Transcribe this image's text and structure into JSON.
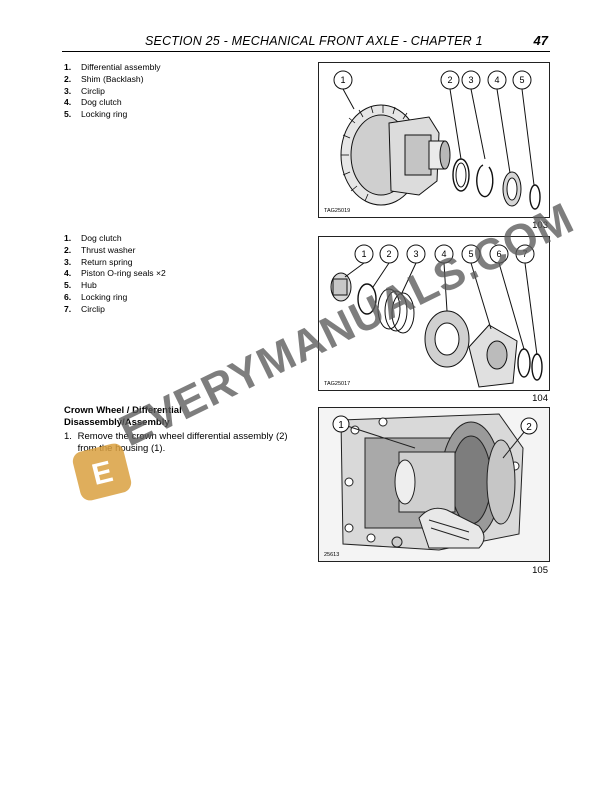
{
  "header": {
    "title": "SECTION 25 - MECHANICAL FRONT AXLE - CHAPTER 1",
    "page_number": "47"
  },
  "figure_103": {
    "legend": [
      {
        "num": "1.",
        "label": "Differential assembly"
      },
      {
        "num": "2.",
        "label": "Shim (Backlash)"
      },
      {
        "num": "3.",
        "label": "Circlip"
      },
      {
        "num": "4.",
        "label": "Dog clutch"
      },
      {
        "num": "5.",
        "label": "Locking ring"
      }
    ],
    "callouts": [
      "1",
      "2",
      "3",
      "4",
      "5"
    ],
    "code": "TAG25019",
    "number": "103"
  },
  "figure_104": {
    "legend": [
      {
        "num": "1.",
        "label": "Dog clutch"
      },
      {
        "num": "2.",
        "label": "Thrust washer"
      },
      {
        "num": "3.",
        "label": "Return spring"
      },
      {
        "num": "4.",
        "label": "Piston O-ring seals ×2"
      },
      {
        "num": "5.",
        "label": "Hub"
      },
      {
        "num": "6.",
        "label": "Locking ring"
      },
      {
        "num": "7.",
        "label": "Circlip"
      }
    ],
    "callouts": [
      "1",
      "2",
      "3",
      "4",
      "5",
      "6",
      "7"
    ],
    "code": "TAG25017",
    "number": "104"
  },
  "section": {
    "heading": "Crown Wheel / Differential Disassembly/Assembly",
    "steps": [
      {
        "num": "1.",
        "text": "Remove the crown wheel differential assembly (2) from the housing (1)."
      }
    ]
  },
  "figure_105": {
    "callouts": [
      "1",
      "2"
    ],
    "code": "25613",
    "number": "105"
  },
  "watermark": {
    "text": "EVERYMANUALS.COM",
    "logo_letter": "E"
  }
}
